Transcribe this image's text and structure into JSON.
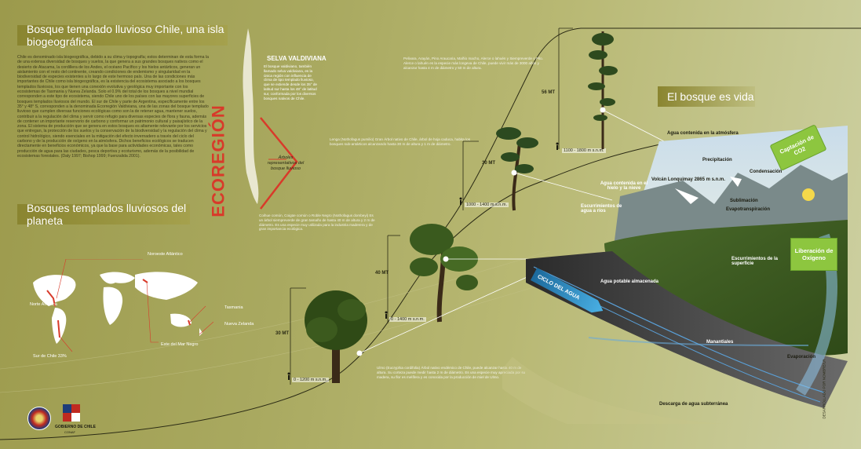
{
  "colors": {
    "banner": "#8a8530",
    "ecoregion": "#d83a2a",
    "arrow_green": "#8dc63f",
    "water": "#2e8fc4"
  },
  "left": {
    "title": "Bosque templado lluvioso Chile, una isla biogeográfica",
    "paragraph": "Chile es denominado isla biogeográfica, debido a su clima y topografía; estos determinan de esta forma la de una extensa diversidad de bosques y suelos, la que genera a sus grandes bosques nativos como el desierto de Atacama, la cordillera de los Andes, el océano Pacífico y los hielos antárticos, generan un aislamiento con el resto del continente, creando condiciones de endemismo y singularidad en la biodiversidad de especies existentes a lo largo de este hermoso país. Una de las condiciones más importantes de Chile como isla biogeográfica, es la existencia del ecosistema asociado a los bosques templados lluviosos, los que tienen una conexión evolutiva y geológica muy importante con los ecosistemas de Tasmania y Nueva Zelanda. Solo el 0.9% del total de los bosques a nivel mundial corresponden a este tipo de ecosistema, siendo Chile uno de los países con las mayores superficies de bosques templados lluviosos del mundo. El sur de Chile y parte de Argentina, específicamente entre los 35° y 48° S, corresponden a la denominada Ecorregión Valdiviana, una de las zonas del bosque templado lluvioso que cumplen diversas funciones ecológicas como son la de retener agua, mantener suelos, contribuir a la regulación del clima y servir como refugio para diversas especies de flora y fauna, además de contener un importante reservorio de carbono y conformar un patrimonio cultural y paisajístico de la zona. El sistema de producción que se genera en estos bosques es altamente relevante por los servicios que entregan, la protección de los suelos y la conservación de la biodiversidad y la regulación del clima y control hidrológico, siendo esenciales en la mitigación del efecto invernadero a través del ciclo del carbono y de la producción de oxígeno en la atmósfera. Dichos beneficios ecológicos se traducen directamente en beneficios económicos, ya que la base para actividades económicas, tales como producción de agua para las ciudades, pesca deportiva y ecoturismo, además de la posibilidad de ecosistemas forestales. (Daly 1997; Bishop 1999; Fuenzalida 2001).",
    "world_title": "Bosques templados lluviosos del planeta",
    "world_labels": [
      "Noroeste Atlántico",
      "Norte América",
      "Tasmania",
      "Nueva Zelanda",
      "Este del Mar Negro",
      "Sur de Chile 33%"
    ]
  },
  "selva": {
    "title": "SELVA VALDIVIANA",
    "text": "El bosque valdiviano, también llamado selva valdiviana, es la única región con influencia de clima de tipo templado lluvioso, que se extiende desde los 35° de latitud sur hasta los 48° de latitud sur, conformada por los diversos bosques nativos de Chile.",
    "ecoregion": "ECOREGIÓN",
    "trees_label": "Árboles representativos del bosque lluvioso"
  },
  "tree_texts": {
    "t1": "Pelivara, Arayán, Pino Araucaria, Mañío macho, Alerce o lahuén y Siempreverde o Pilo. Alerce o lahuén es la especie más longeva de Chile, puede vivir más de 3000 años y alcanzar hasta 4 m de diámetro y 50 m de altura.",
    "t2": "Lenga (Nothofagus pumilio) Gran Árbol nativo de Chile, árbol de hoja caduca, habita los bosques sub-antárticos alcanzando hasta 30 m de altura y 1 m de diámetro.",
    "t3": "Coihue común, Coigüe común o Roble Negro (Nothofagus dombeyi) Es un árbol siempreverde de gran tamaño de hasta 40 m de altura y 2 m de diámetro. Es una especie muy utilizada para la industria maderera y de gran importancia ecológica.",
    "t4": "Ulmo (Eucryphia cordifolia) Árbol nativo endémico de Chile, puede alcanzar hasta 40 m de altura. Su corteza puede medir hasta 2 m de diámetro. Es una especie muy apreciada por su madera, su flor es melífera y es conocida por la producción de miel de Ulmo."
  },
  "heights": {
    "h56": "56 MT",
    "h30a": "30 MT",
    "h40": "40 MT",
    "h30b": "30 MT"
  },
  "altitudes": {
    "a1": "1100 - 1800 m s.n.m.",
    "a2": "1000 - 1400 m s.n.m.",
    "a3": "0 - 1400 m s.n.m.",
    "a4": "0 - 1200 m s.n.m."
  },
  "right": {
    "title": "El bosque es vida",
    "labels": {
      "agua_atmosfera": "Agua contenida en la atmósfera",
      "precipitacion": "Precipitación",
      "condensacion": "Condensación",
      "volcan": "Volcán Lonquimay 2865 m s.n.m.",
      "hielo": "Agua contenida en el hielo y la nieve",
      "escurrimientos_rios": "Escurrimientos de agua a ríos",
      "sublimacion": "Sublimación",
      "evapotranspiracion": "Evapotranspiración",
      "escurrimientos_sup": "Escurrimientos de la superficie",
      "agua_potable": "Agua potable almacenada",
      "ciclo": "CICLO DEL AGUA",
      "manantiales": "Manantiales",
      "evaporacion": "Evaporación",
      "descarga": "Descarga de agua subterránea"
    },
    "captacion": "Captación de CO2",
    "liberacion": "Liberación de Oxígeno",
    "vertical_credit": "DESARROLLADO POR NOMBRE/LR"
  },
  "footer": {
    "gobierno": "GOBIERNO DE CHILE",
    "gobierno_sub": "CONAF"
  }
}
